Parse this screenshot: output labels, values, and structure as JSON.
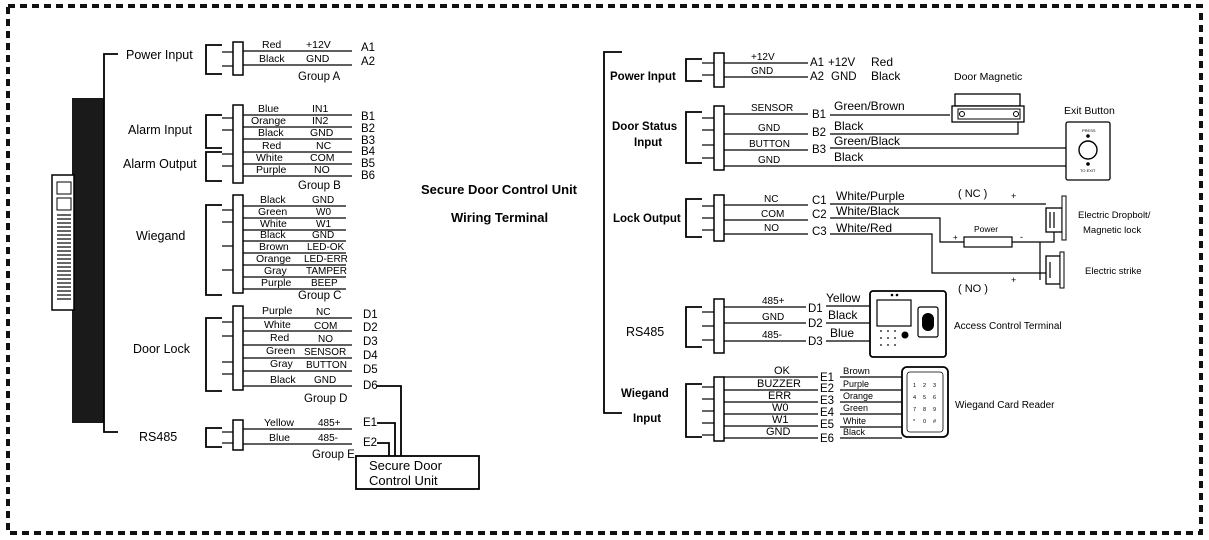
{
  "left": {
    "group_labels": {
      "power": "Power Input",
      "alarm_in": "Alarm Input",
      "alarm_out": "Alarm Output",
      "wiegand": "Wiegand",
      "door_lock": "Door Lock",
      "rs485": "RS485"
    },
    "groupA": {
      "wires": [
        [
          "Red",
          "+12V",
          "A1"
        ],
        [
          "Black",
          "GND",
          "A2"
        ]
      ],
      "name": "Group A"
    },
    "groupB": {
      "wires": [
        [
          "Blue",
          "IN1",
          "B1"
        ],
        [
          "Orange",
          "IN2",
          "B2"
        ],
        [
          "Black",
          "GND",
          "B3"
        ],
        [
          "Red",
          "NC",
          "B4"
        ],
        [
          "White",
          "COM",
          "B5"
        ],
        [
          "Purple",
          "NO",
          "B6"
        ]
      ],
      "name": "Group B"
    },
    "groupC": {
      "wires": [
        [
          "Black",
          "GND"
        ],
        [
          "Green",
          "W0"
        ],
        [
          "White",
          "W1"
        ],
        [
          "Black",
          "GND"
        ],
        [
          "Brown",
          "LED-OK"
        ],
        [
          "Orange",
          "LED-ERR"
        ],
        [
          "Gray",
          "TAMPER"
        ],
        [
          "Purple",
          "BEEP"
        ]
      ],
      "name": "Group C"
    },
    "groupD": {
      "wires": [
        [
          "Purple",
          "NC",
          "D1"
        ],
        [
          "White",
          "COM",
          "D2"
        ],
        [
          "Red",
          "NO",
          "D3"
        ],
        [
          "Green",
          "SENSOR",
          "D4"
        ],
        [
          "Gray",
          "BUTTON",
          "D5"
        ],
        [
          "Black",
          "GND",
          "D6"
        ]
      ],
      "name": "Group D"
    },
    "groupE": {
      "wires": [
        [
          "Yellow",
          "485+",
          "E1"
        ],
        [
          "Blue",
          "485-",
          "E2"
        ]
      ],
      "name": "Group E"
    },
    "unit_box": [
      "Secure Door",
      "Control Unit"
    ]
  },
  "center_title": [
    "Secure Door Control Unit",
    "Wiring Terminal"
  ],
  "right": {
    "power": {
      "label": "Power Input",
      "wires": [
        [
          "+12V",
          "A1",
          "+12V",
          "Red"
        ],
        [
          "GND",
          "A2",
          "GND",
          "Black"
        ]
      ]
    },
    "door_status": {
      "label": [
        "Door Status",
        "Input"
      ],
      "wires": [
        [
          "SENSOR",
          "B1",
          "Green/Brown"
        ],
        [
          "GND",
          "B2",
          "Black"
        ],
        [
          "BUTTON",
          "B3",
          "Green/Black"
        ],
        [
          "GND",
          "",
          "Black"
        ]
      ]
    },
    "lock": {
      "label": "Lock Output",
      "wires": [
        [
          "NC",
          "C1",
          "White/Purple"
        ],
        [
          "COM",
          "C2",
          "White/Black"
        ],
        [
          "NO",
          "C3",
          "White/Red"
        ]
      ],
      "nc_note": "( NC )",
      "no_note": "( NO )",
      "power": "Power",
      "plus": "+",
      "minus": "-"
    },
    "rs485": {
      "label": "RS485",
      "wires": [
        [
          "485+",
          "D1",
          "Yellow"
        ],
        [
          "GND",
          "D2",
          "Black"
        ],
        [
          "485-",
          "D3",
          "Blue"
        ]
      ]
    },
    "wiegand": {
      "label": [
        "Wiegand",
        "Input"
      ],
      "wires": [
        [
          "OK",
          "E1",
          "Brown"
        ],
        [
          "BUZZER",
          "E2",
          "Purple"
        ],
        [
          "ERR",
          "E3",
          "Orange"
        ],
        [
          "W0",
          "E4",
          "Green"
        ],
        [
          "W1",
          "E5",
          "White"
        ],
        [
          "GND",
          "E6",
          "Black"
        ]
      ]
    },
    "devices": {
      "door_magnetic": "Door Magnetic",
      "exit_button": "Exit Button",
      "exit_press": "PRESS",
      "exit_to": "TO EXIT",
      "dropbolt": [
        "Electric Dropbolt/",
        "Magnetic lock"
      ],
      "strike": "Electric strike",
      "terminal": "Access Control Terminal",
      "reader": "Wiegand Card Reader",
      "keypad": [
        "1",
        "2",
        "3",
        "4",
        "5",
        "6",
        "7",
        "8",
        "9",
        "*",
        "0",
        "#"
      ]
    }
  }
}
